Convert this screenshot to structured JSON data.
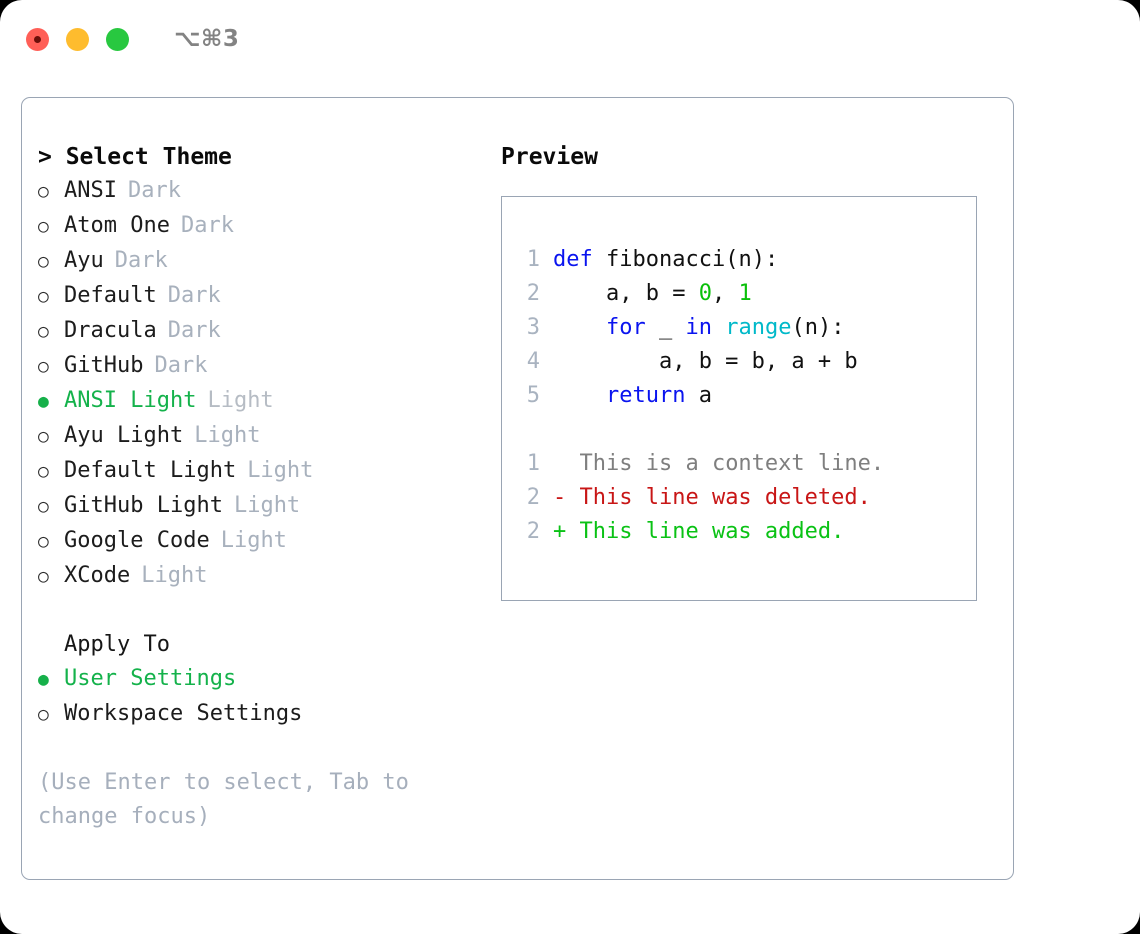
{
  "window": {
    "shortcut": "⌥⌘3",
    "traffic_lights": [
      "close-red",
      "minimize-yellow",
      "maximize-green"
    ]
  },
  "theme_panel": {
    "header": "> Select Theme",
    "selected_marker": "●",
    "unselected_marker": "○",
    "items": [
      {
        "marker": "○",
        "name": "ANSI",
        "kind": "Dark",
        "selected": false
      },
      {
        "marker": "○",
        "name": "Atom One",
        "kind": "Dark",
        "selected": false
      },
      {
        "marker": "○",
        "name": "Ayu",
        "kind": "Dark",
        "selected": false
      },
      {
        "marker": "○",
        "name": "Default",
        "kind": "Dark",
        "selected": false
      },
      {
        "marker": "○",
        "name": "Dracula",
        "kind": "Dark",
        "selected": false
      },
      {
        "marker": "○",
        "name": "GitHub",
        "kind": "Dark",
        "selected": false
      },
      {
        "marker": "●",
        "name": "ANSI Light",
        "kind": "Light",
        "selected": true
      },
      {
        "marker": "○",
        "name": "Ayu Light",
        "kind": "Light",
        "selected": false
      },
      {
        "marker": "○",
        "name": "Default Light",
        "kind": "Light",
        "selected": false
      },
      {
        "marker": "○",
        "name": "GitHub Light",
        "kind": "Light",
        "selected": false
      },
      {
        "marker": "○",
        "name": "Google Code",
        "kind": "Light",
        "selected": false
      },
      {
        "marker": "○",
        "name": "XCode",
        "kind": "Light",
        "selected": false
      }
    ]
  },
  "apply_to": {
    "title": "Apply To",
    "items": [
      {
        "marker": "●",
        "name": "User Settings",
        "selected": true
      },
      {
        "marker": "○",
        "name": "Workspace Settings",
        "selected": false
      }
    ]
  },
  "hint": "(Use Enter to select, Tab to change focus)",
  "preview": {
    "title": "Preview",
    "code_lines": [
      {
        "ln": "1",
        "tokens": [
          {
            "t": "def",
            "c": "kw"
          },
          {
            "t": " ",
            "c": "plain"
          },
          {
            "t": "fibonacci",
            "c": "fn"
          },
          {
            "t": "(n):",
            "c": "plain"
          }
        ]
      },
      {
        "ln": "2",
        "tokens": [
          {
            "t": "    a, b = ",
            "c": "plain"
          },
          {
            "t": "0",
            "c": "num"
          },
          {
            "t": ", ",
            "c": "plain"
          },
          {
            "t": "1",
            "c": "num"
          }
        ]
      },
      {
        "ln": "3",
        "tokens": [
          {
            "t": "    ",
            "c": "plain"
          },
          {
            "t": "for",
            "c": "kw"
          },
          {
            "t": " _ ",
            "c": "plain"
          },
          {
            "t": "in",
            "c": "kw"
          },
          {
            "t": " ",
            "c": "plain"
          },
          {
            "t": "range",
            "c": "bi"
          },
          {
            "t": "(n):",
            "c": "plain"
          }
        ]
      },
      {
        "ln": "4",
        "tokens": [
          {
            "t": "        a, b = b, a + b",
            "c": "plain"
          }
        ]
      },
      {
        "ln": "5",
        "tokens": [
          {
            "t": "    ",
            "c": "plain"
          },
          {
            "t": "return",
            "c": "kw"
          },
          {
            "t": " a",
            "c": "plain"
          }
        ]
      }
    ],
    "diff_lines": [
      {
        "ln": "1",
        "sign": " ",
        "text": " This is a context line.",
        "kind": "ctx"
      },
      {
        "ln": "2",
        "sign": "-",
        "text": " This line was deleted.",
        "kind": "del"
      },
      {
        "ln": "2",
        "sign": "+",
        "text": " This line was added.",
        "kind": "add"
      }
    ]
  },
  "colors": {
    "accent_green": "#14b24b",
    "keyword_blue": "#0a14ef",
    "builtin_cyan": "#00b9c9",
    "number_green": "#0ac00a",
    "diff_add": "#0ac215",
    "diff_del": "#c81616",
    "diff_ctx": "#7f7f7f",
    "muted": "#a8b1bd",
    "border": "#9aa5b4"
  }
}
